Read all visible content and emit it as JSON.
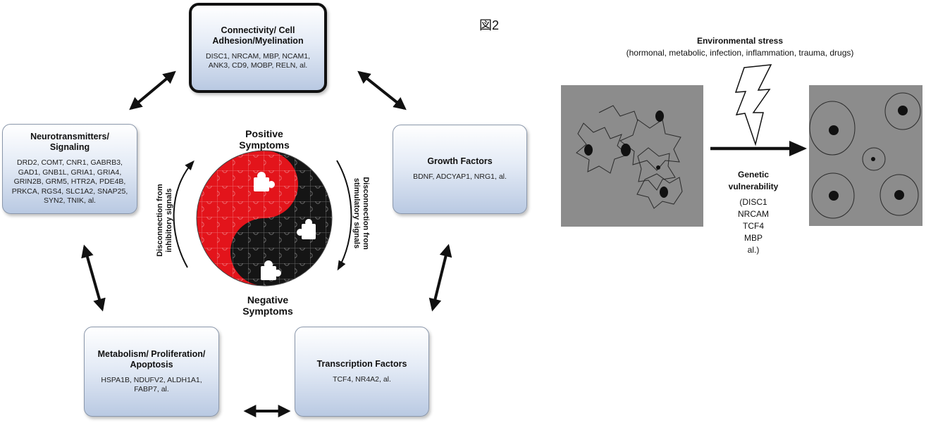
{
  "figure_label": "図2",
  "boxes": {
    "connectivity": {
      "title": "Connectivity/ Cell Adhesion/Myelination",
      "genes": "DISC1, NRCAM, MBP, NCAM1, ANK3, CD9, MOBP, RELN, al."
    },
    "neurotransmitters": {
      "title": "Neurotransmitters/ Signaling",
      "genes": "DRD2, COMT, CNR1, GABRB3, GAD1, GNB1L, GRIA1, GRIA4, GRIN2B, GRM5, HTR2A, PDE4B, PRKCA, RGS4, SLC1A2, SNAP25, SYN2, TNIK, al."
    },
    "growth": {
      "title": "Growth Factors",
      "genes": "BDNF, ADCYAP1, NRG1, al."
    },
    "metabolism": {
      "title": "Metabolism/ Proliferation/ Apoptosis",
      "genes": "HSPA1B, NDUFV2, ALDH1A1, FABP7, al."
    },
    "transcription": {
      "title": "Transcription Factors",
      "genes": "TCF4, NR4A2, al."
    }
  },
  "center": {
    "positive": "Positive Symptoms",
    "negative": "Negative Symptoms",
    "left_arc": "Disconnection from inhibitory signals",
    "right_arc": "Disconnection from stimulatory signals"
  },
  "right_panel": {
    "env_title": "Environmental stress",
    "env_sub": "(hormonal, metabolic, infection, inflammation, trauma, drugs)",
    "genetic_title": "Genetic vulnerability",
    "genetic_list": [
      "(DISC1",
      "NRCAM",
      "TCF4",
      "MBP",
      "al.)"
    ]
  },
  "colors": {
    "puzzle_red": "#e3141b",
    "puzzle_black": "#151515",
    "panel_gray": "#8c8c8c",
    "box_blue": "#b9c9e2"
  }
}
